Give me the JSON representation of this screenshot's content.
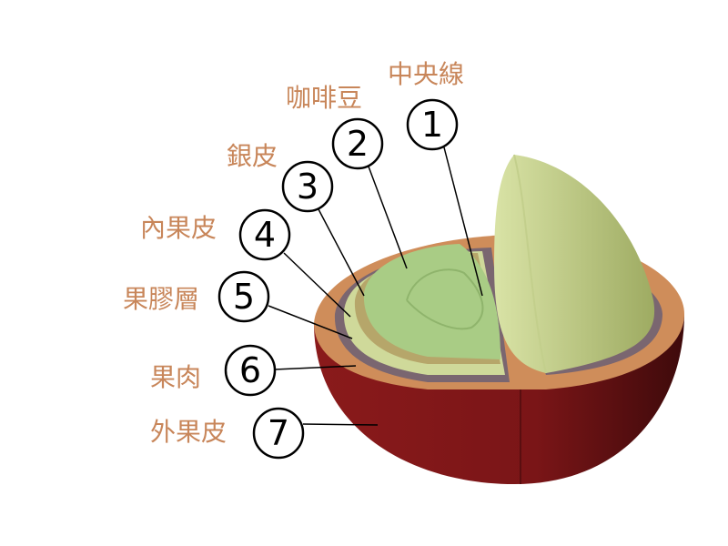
{
  "colors": {
    "label": "#c8865a",
    "skin": "#7e1518",
    "pulp": "#cf8d5a",
    "pectin": "#7a6670",
    "parchment": "#cfd99a",
    "silverskin": "#b6a66a",
    "bean": "#a9cc85"
  },
  "parts": [
    {
      "number": "1",
      "label": "中央線"
    },
    {
      "number": "2",
      "label": "咖啡豆"
    },
    {
      "number": "3",
      "label": "銀皮"
    },
    {
      "number": "4",
      "label": "內果皮"
    },
    {
      "number": "5",
      "label": "果膠層"
    },
    {
      "number": "6",
      "label": "果肉"
    },
    {
      "number": "7",
      "label": "外果皮"
    }
  ]
}
